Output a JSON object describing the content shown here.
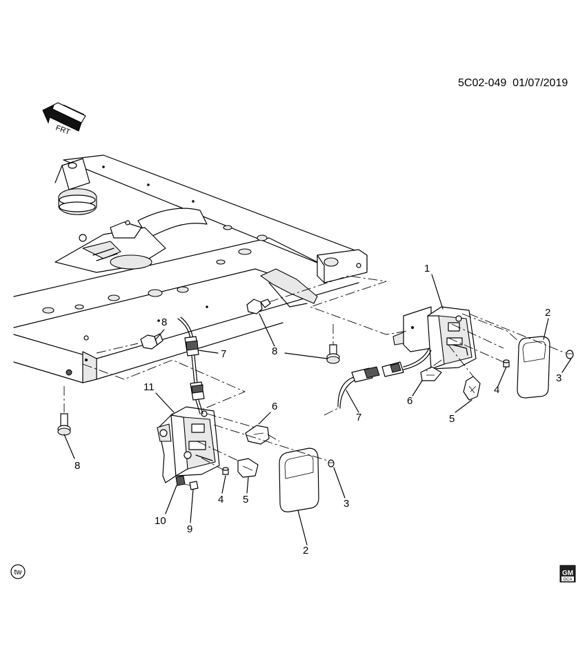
{
  "header": {
    "drawing_id": "5C02-049",
    "date": "01/07/2019"
  },
  "frt_label": "FRT",
  "tw_label": "tw",
  "gm_logo": {
    "line1": "GM",
    "line2": "GCA"
  },
  "callouts": [
    {
      "id": "c-1-right",
      "label": "1"
    },
    {
      "id": "c-2-right",
      "label": "2"
    },
    {
      "id": "c-3-right",
      "label": "3"
    },
    {
      "id": "c-4-right",
      "label": "4"
    },
    {
      "id": "c-5-right",
      "label": "5"
    },
    {
      "id": "c-6-right",
      "label": "6"
    },
    {
      "id": "c-7-right",
      "label": "7"
    },
    {
      "id": "c-8-mid",
      "label": "8"
    },
    {
      "id": "c-8-top",
      "label": "8"
    },
    {
      "id": "c-7-left",
      "label": "7"
    },
    {
      "id": "c-11-left",
      "label": "11"
    },
    {
      "id": "c-6-left",
      "label": "6"
    },
    {
      "id": "c-8-left",
      "label": "8"
    },
    {
      "id": "c-4-left",
      "label": "4"
    },
    {
      "id": "c-5-left",
      "label": "5"
    },
    {
      "id": "c-3-left",
      "label": "3"
    },
    {
      "id": "c-10-left",
      "label": "10"
    },
    {
      "id": "c-9-left",
      "label": "9"
    },
    {
      "id": "c-2-left",
      "label": "2"
    }
  ]
}
